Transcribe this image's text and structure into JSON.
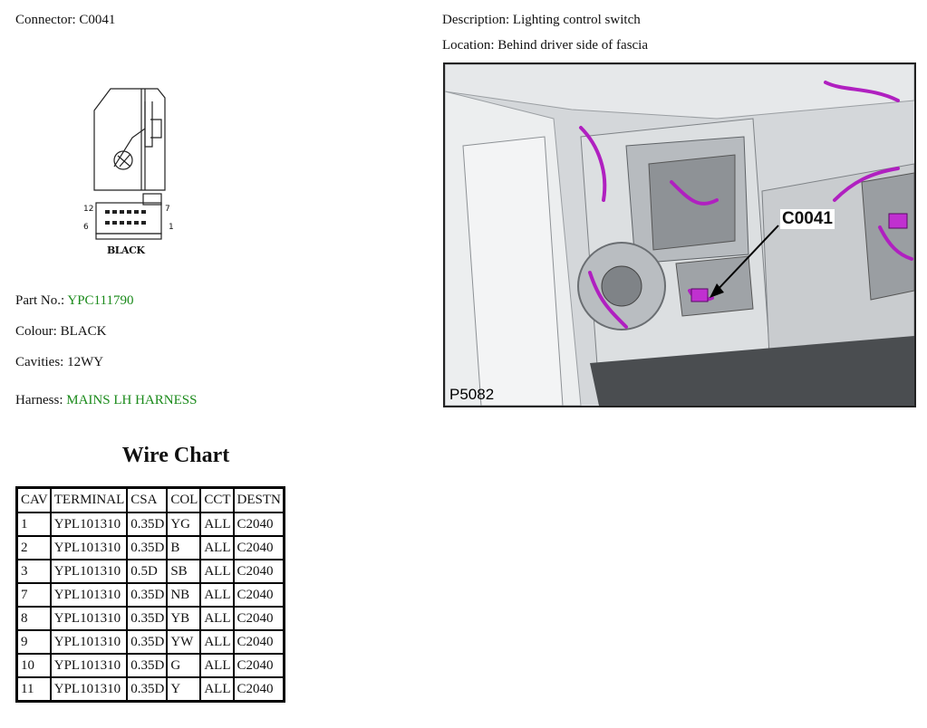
{
  "header": {
    "connector_label": "Connector:",
    "connector_value": "C0041",
    "description_label": "Description:",
    "description_value": "Lighting control switch",
    "location_label": "Location:",
    "location_value": "Behind driver side of fascia"
  },
  "drawing": {
    "label": "BLACK",
    "pin_labels": [
      "12",
      "7",
      "6",
      "1"
    ]
  },
  "details": {
    "part_no_label": "Part No.:",
    "part_no_value": "YPC111790",
    "colour_label": "Colour:",
    "colour_value": "BLACK",
    "cavities_label": "Cavities:",
    "cavities_value": "12WY",
    "harness_label": "Harness:",
    "harness_value": "MAINS LH HARNESS"
  },
  "photo": {
    "callout": "C0041",
    "ref": "P5082"
  },
  "wire_chart": {
    "title": "Wire Chart",
    "columns": [
      "CAV",
      "TERMINAL",
      "CSA",
      "COL",
      "CCT",
      "DESTN"
    ],
    "rows": [
      [
        "1",
        "YPL101310",
        "0.35D",
        "YG",
        "ALL",
        "C2040"
      ],
      [
        "2",
        "YPL101310",
        "0.35D",
        "B",
        "ALL",
        "C2040"
      ],
      [
        "3",
        "YPL101310",
        "0.5D",
        "SB",
        "ALL",
        "C2040"
      ],
      [
        "7",
        "YPL101310",
        "0.35D",
        "NB",
        "ALL",
        "C2040"
      ],
      [
        "8",
        "YPL101310",
        "0.35D",
        "YB",
        "ALL",
        "C2040"
      ],
      [
        "9",
        "YPL101310",
        "0.35D",
        "YW",
        "ALL",
        "C2040"
      ],
      [
        "10",
        "YPL101310",
        "0.35D",
        "G",
        "ALL",
        "C2040"
      ],
      [
        "11",
        "YPL101310",
        "0.35D",
        "Y",
        "ALL",
        "C2040"
      ]
    ]
  },
  "colors": {
    "link_green": "#1a8a1a",
    "harness_magenta": "#b020c0"
  }
}
